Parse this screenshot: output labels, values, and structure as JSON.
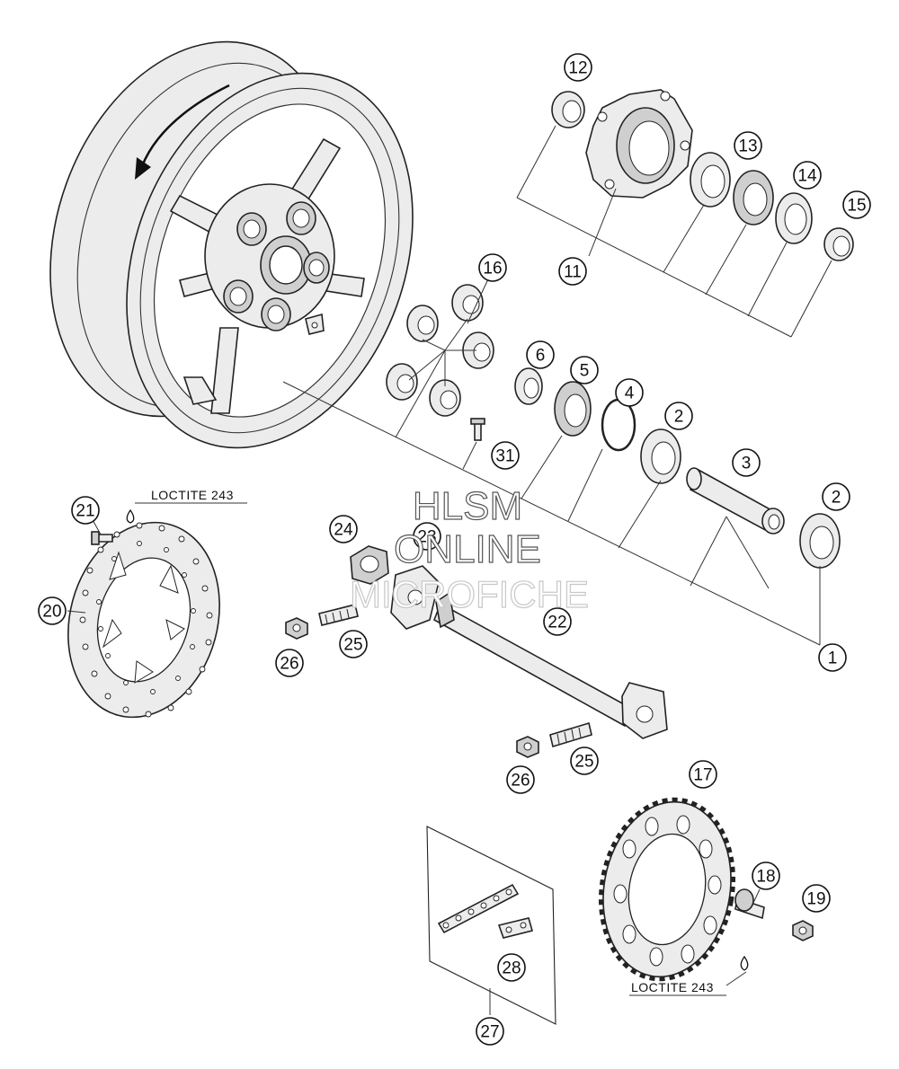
{
  "callouts": [
    {
      "id": "c1",
      "label": "1"
    },
    {
      "id": "c2a",
      "label": "2"
    },
    {
      "id": "c2b",
      "label": "2"
    },
    {
      "id": "c3",
      "label": "3"
    },
    {
      "id": "c4",
      "label": "4"
    },
    {
      "id": "c5",
      "label": "5"
    },
    {
      "id": "c6",
      "label": "6"
    },
    {
      "id": "c11",
      "label": "11"
    },
    {
      "id": "c12",
      "label": "12"
    },
    {
      "id": "c13",
      "label": "13"
    },
    {
      "id": "c14",
      "label": "14"
    },
    {
      "id": "c15",
      "label": "15"
    },
    {
      "id": "c16",
      "label": "16"
    },
    {
      "id": "c17",
      "label": "17"
    },
    {
      "id": "c18",
      "label": "18"
    },
    {
      "id": "c19",
      "label": "19"
    },
    {
      "id": "c20",
      "label": "20"
    },
    {
      "id": "c21",
      "label": "21"
    },
    {
      "id": "c22",
      "label": "22"
    },
    {
      "id": "c23",
      "label": "23"
    },
    {
      "id": "c24",
      "label": "24"
    },
    {
      "id": "c25a",
      "label": "25"
    },
    {
      "id": "c25b",
      "label": "25"
    },
    {
      "id": "c26a",
      "label": "26"
    },
    {
      "id": "c26b",
      "label": "26"
    },
    {
      "id": "c27",
      "label": "27"
    },
    {
      "id": "c28",
      "label": "28"
    },
    {
      "id": "c31",
      "label": "31"
    }
  ],
  "notes": {
    "loctite_top": "LOCTITE 243",
    "loctite_bottom": "LOCTITE 243"
  },
  "watermark": {
    "line1": "HLSM",
    "line2": "ONLINE",
    "line3": "MICROFICHE"
  },
  "colors": {
    "line": "#222222",
    "part_fill": "#ececec",
    "background": "#ffffff"
  }
}
